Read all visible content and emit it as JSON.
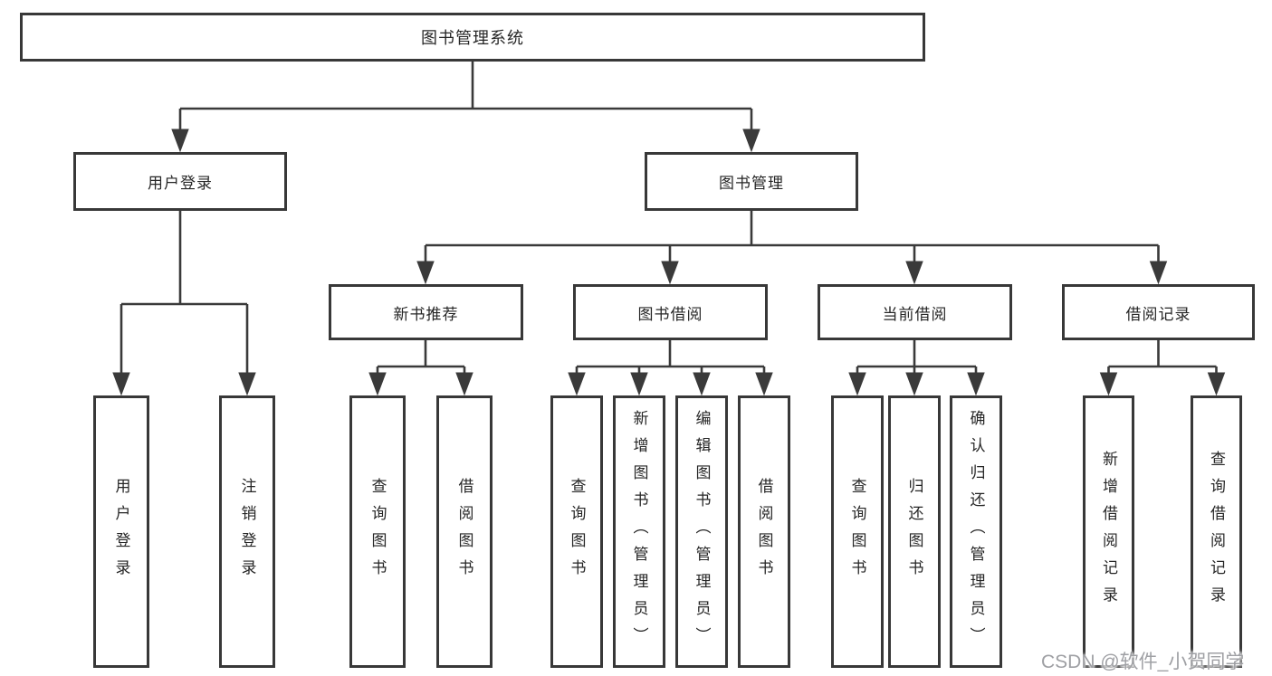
{
  "diagram": {
    "title": "图书管理系统",
    "nodes": {
      "root": "图书管理系统",
      "user_login": "用户登录",
      "book_mgmt": "图书管理",
      "new_rec": "新书推荐",
      "book_borrow": "图书借阅",
      "current_borrow": "当前借阅",
      "borrow_records": "借阅记录",
      "leaf_user_login": "用户登录",
      "leaf_logout": "注销登录",
      "leaf_newrec_query": "查询图书",
      "leaf_newrec_borrow": "借阅图书",
      "leaf_borrow_query": "查询图书",
      "leaf_borrow_add": "新增图书（管理员）",
      "leaf_borrow_edit": "编辑图书（管理员）",
      "leaf_borrow_borrow": "借阅图书",
      "leaf_current_query": "查询图书",
      "leaf_current_return": "归还图书",
      "leaf_current_confirm": "确认归还（管理员）",
      "leaf_records_add": "新增借阅记录",
      "leaf_records_query": "查询借阅记录"
    },
    "structure": {
      "图书管理系统": {
        "用户登录": [
          "用户登录",
          "注销登录"
        ],
        "图书管理": {
          "新书推荐": [
            "查询图书",
            "借阅图书"
          ],
          "图书借阅": [
            "查询图书",
            "新增图书（管理员）",
            "编辑图书（管理员）",
            "借阅图书"
          ],
          "当前借阅": [
            "查询图书",
            "归还图书",
            "确认归还（管理员）"
          ],
          "借阅记录": [
            "新增借阅记录",
            "查询借阅记录"
          ]
        }
      }
    }
  },
  "watermark": {
    "text": "CSDN @软件_小贺同学",
    "color": "#9fa0a4"
  },
  "colors": {
    "line": "#3a3a3a",
    "box_border": "#383838",
    "text": "#262626",
    "background": "#ffffff"
  }
}
